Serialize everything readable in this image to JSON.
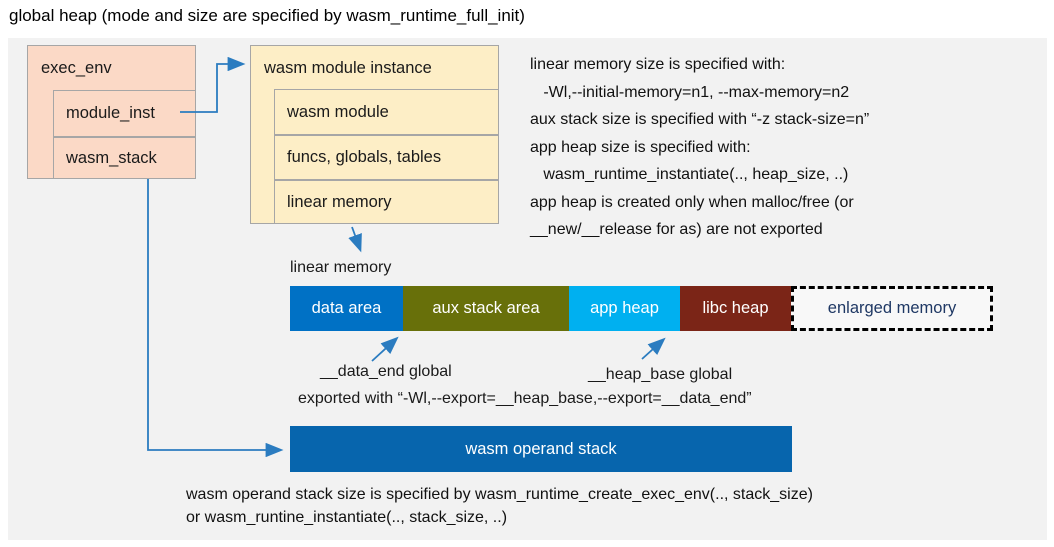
{
  "title": "global heap (mode and size are specified by wasm_runtime_full_init)",
  "exec_env": {
    "title": "exec_env",
    "fields": [
      "module_inst",
      "wasm_stack"
    ]
  },
  "module_instance": {
    "title": "wasm module instance",
    "fields": [
      "wasm module",
      "funcs, globals, tables",
      "linear memory"
    ]
  },
  "notes_top": {
    "lines": [
      "linear memory size is specified with:",
      "   -Wl,--initial-memory=n1, --max-memory=n2",
      "aux stack size is specified with “-z stack-size=n”",
      "app heap size is specified with:",
      "   wasm_runtime_instantiate(.., heap_size, ..)",
      "app heap is created only when malloc/free (or",
      "__new/__release for as) are not exported"
    ]
  },
  "linear_memory": {
    "label": "linear memory",
    "segments": [
      {
        "label": "data area",
        "color": "#0071c5"
      },
      {
        "label": "aux stack area",
        "color": "#68700a"
      },
      {
        "label": "app heap",
        "color": "#00b0f0"
      },
      {
        "label": "libc heap",
        "color": "#7b2517"
      },
      {
        "label": "enlarged memory",
        "color": "#f8f8f8",
        "text_color": "#1f3864"
      }
    ]
  },
  "annotations": {
    "data_end": "__data_end global",
    "heap_base": "__heap_base global",
    "exported": "exported with “-Wl,--export=__heap_base,--export=__data_end”"
  },
  "operand_stack": {
    "label": "wasm operand stack",
    "color": "#0765ad"
  },
  "notes_bottom": {
    "lines": [
      "wasm operand stack size is specified by wasm_runtime_create_exec_env(.., stack_size)",
      "or wasm_runtine_instantiate(.., stack_size, ..)"
    ]
  },
  "colors": {
    "panel_bg": "#f2f2f2",
    "exec_box_fill": "#fbd9c6",
    "module_box_fill": "#fdeec6",
    "box_border": "#a6a6a6",
    "arrow": "#2b7cc0",
    "enlarged_text": "#1f3864"
  }
}
